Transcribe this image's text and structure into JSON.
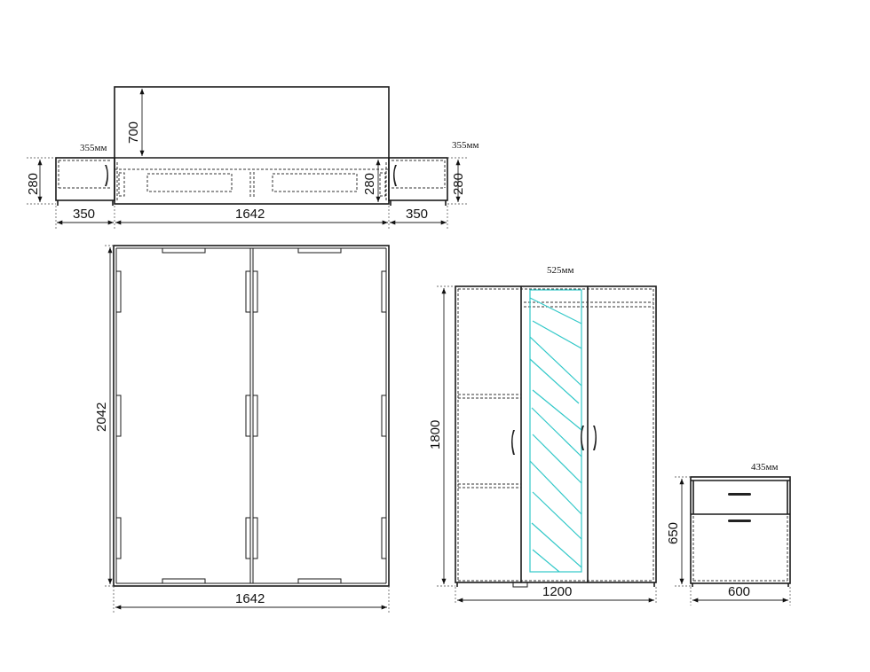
{
  "bed": {
    "nightstand_depth_left": "355мм",
    "nightstand_depth_right": "355мм",
    "headboard_height": "700",
    "height_left": "280",
    "height_center": "280",
    "height_right": "280",
    "width_left": "350",
    "width_center": "1642",
    "width_right": "350",
    "plan_length": "2042",
    "plan_width": "1642"
  },
  "wardrobe": {
    "depth": "525мм",
    "height": "1800",
    "width": "1200"
  },
  "nightstand": {
    "depth": "435мм",
    "height": "650",
    "width": "600"
  },
  "colors": {
    "line": "#1a1a1a",
    "mirror": "#31c8c8"
  }
}
